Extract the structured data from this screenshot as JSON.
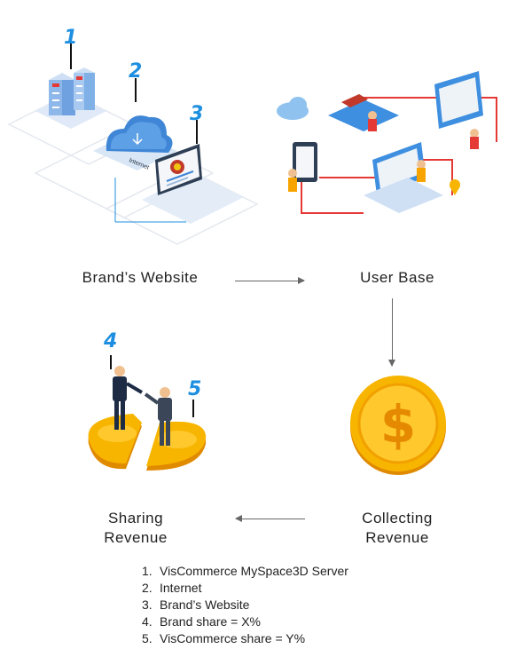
{
  "diagram": {
    "steps": [
      {
        "label": "Brand’s Website"
      },
      {
        "label": "User Base"
      },
      {
        "label_line1": "Collecting",
        "label_line2": "Revenue"
      },
      {
        "label_line1": "Sharing",
        "label_line2": "Revenue"
      }
    ],
    "illustration_numbers": [
      "1",
      "2",
      "3",
      "4",
      "5"
    ],
    "illustration_text": {
      "internet_label": "Internet",
      "coin_symbol": "$"
    },
    "legend": [
      {
        "num": "1.",
        "text": "VisCommerce MySpace3D Server"
      },
      {
        "num": "2.",
        "text": "Internet"
      },
      {
        "num": "3.",
        "text": "Brand’s Website"
      },
      {
        "num": "4.",
        "text": "Brand share = X%"
      },
      {
        "num": "5.",
        "text": "VisCommerce share = Y%"
      }
    ]
  },
  "colors": {
    "accent_blue": "#1e8fe0",
    "coin_gold": "#f7b500",
    "connector_red": "#e53935",
    "arrow_gray": "#666666"
  }
}
